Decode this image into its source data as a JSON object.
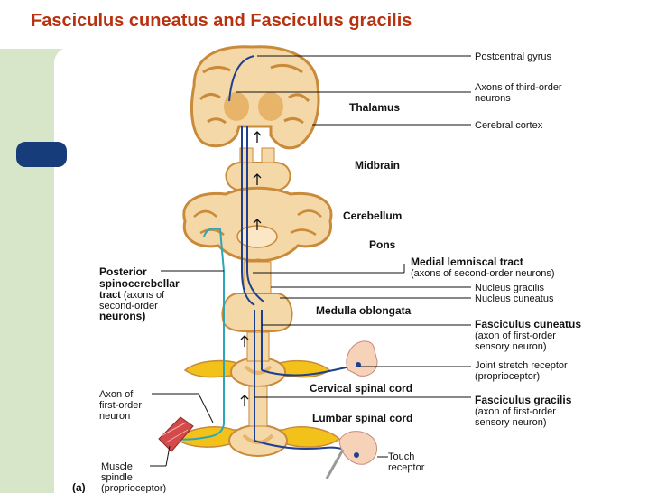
{
  "title": "Fasciculus cuneatus and Fasciculus gracilis",
  "labels": {
    "postcentral": "Postcentral gyrus",
    "axons3a": "Axons of third-order",
    "axons3b": "neurons",
    "thalamus": "Thalamus",
    "cortex": "Cerebral cortex",
    "midbrain": "Midbrain",
    "cerebellum": "Cerebellum",
    "pons": "Pons",
    "medial1": "Medial lemniscal tract",
    "medial2": "(axons of second-order neurons)",
    "gracilisNuc": "Nucleus gracilis",
    "cuneatusNuc": "Nucleus cuneatus",
    "medulla": "Medulla oblongata",
    "fc1": "Fasciculus cuneatus",
    "fc2": "(axon of first-order",
    "fc3": "sensory neuron)",
    "joint1": "Joint stretch receptor",
    "joint2": "(proprioceptor)",
    "cervical": "Cervical spinal cord",
    "fg1": "Fasciculus gracilis",
    "fg2": "(axon of first-order",
    "fg3": "sensory neuron)",
    "lumbar": "Lumbar spinal cord",
    "touch1": "Touch",
    "touch2": "receptor",
    "post1": "Posterior",
    "post2": "spinocerebellar",
    "post3a": "tract",
    "post3b": " (axons of",
    "post4": "second-order",
    "post5": "neurons)",
    "axon1a": "Axon of",
    "axon1b": "first-order",
    "axon1c": "neuron",
    "muscle1": "Muscle",
    "muscle2": "spindle",
    "muscle3": "(proprioceptor)",
    "partA": "(a)"
  },
  "colors": {
    "title": "#b83210",
    "tissue": "#f5d8a8",
    "tissueEdge": "#c98a3a",
    "grayMatter": "#e8b46a",
    "tract": "#1f3f8f",
    "cerebellarTract": "#2aa6b8",
    "ganglion": "#f2c21a",
    "greenBlock": "#d7e6c9",
    "tab": "#173c7a"
  }
}
